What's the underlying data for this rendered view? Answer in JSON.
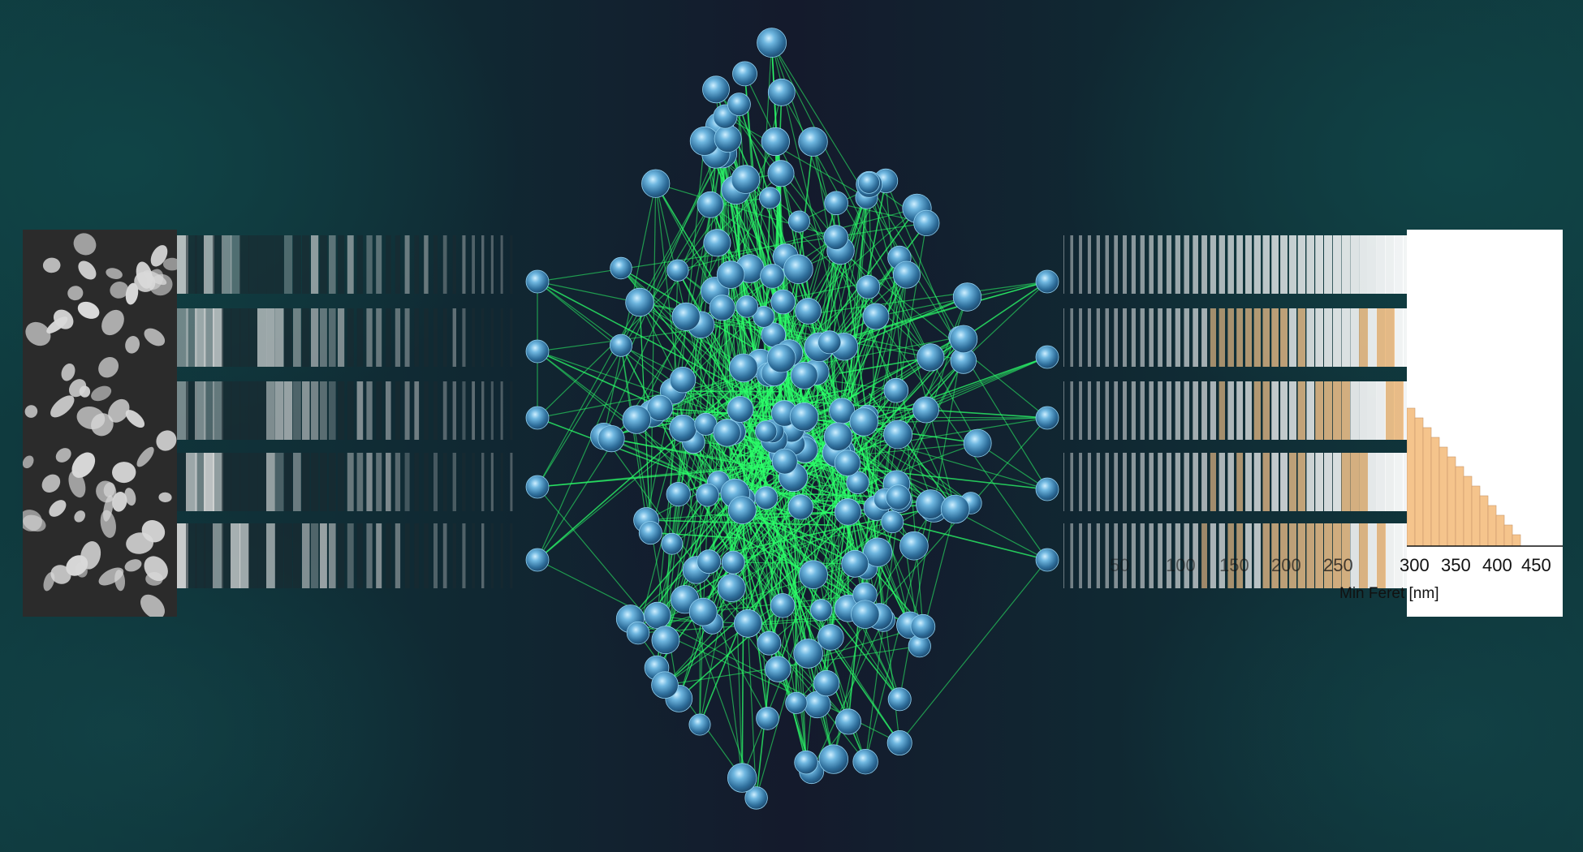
{
  "histogram": {
    "x_ticks": [
      "50",
      "100",
      "150",
      "200",
      "250",
      "300",
      "350",
      "400",
      "450"
    ],
    "x_axis_label": "Min Feret [nm]",
    "bar_color": "#f5c48c"
  },
  "colors": {
    "edge": "#2bff6a",
    "node": "#3d8fc4",
    "sem_particle": "#d9d9d9"
  }
}
